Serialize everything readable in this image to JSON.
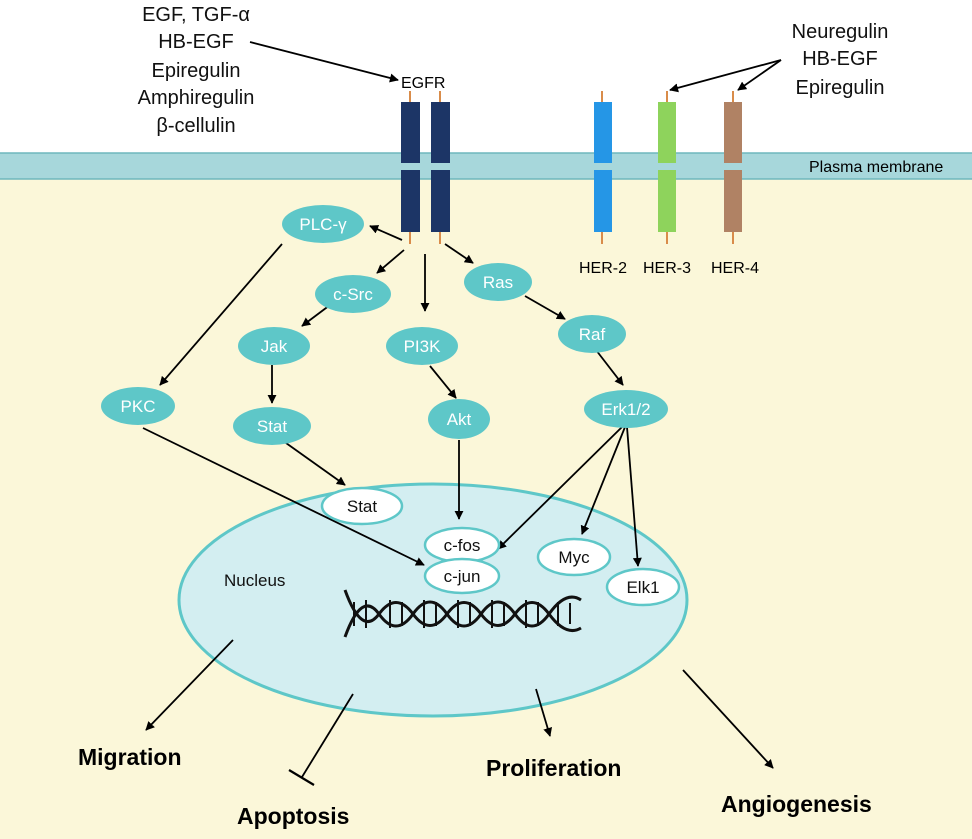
{
  "ligands_egfr": [
    "EGF, TGF-α",
    "HB-EGF",
    "Epiregulin",
    "Amphiregulin",
    "β-cellulin"
  ],
  "ligands_her": [
    "Neuregulin",
    "HB-EGF",
    "Epiregulin"
  ],
  "receptors": {
    "egfr": "EGFR",
    "her2": "HER-2",
    "her3": "HER-3",
    "her4": "HER-4"
  },
  "membrane_label": "Plasma membrane",
  "cytoplasm_nodes": {
    "plc": "PLC-γ",
    "csrc": "c-Src",
    "ras": "Ras",
    "jak": "Jak",
    "pi3k": "PI3K",
    "raf": "Raf",
    "pkc": "PKC",
    "stat": "Stat",
    "akt": "Akt",
    "erk": "Erk1/2"
  },
  "nuclear_nodes": {
    "stat": "Stat",
    "cfos": "c-fos",
    "cjun": "c-jun",
    "myc": "Myc",
    "elk1": "Elk1"
  },
  "nucleus_label": "Nucleus",
  "outcomes": {
    "migration": "Migration",
    "apoptosis": "Apoptosis",
    "proliferation": "Proliferation",
    "angiogenesis": "Angiogenesis"
  },
  "colors": {
    "cytoplasm": "#fbf7d9",
    "membrane": "#a7d7db",
    "node": "#5ec7c8",
    "nucleus": "#d3eef1",
    "egfr": "#1c3566",
    "her2": "#2596e6",
    "her3": "#8ed35c",
    "her4": "#b08264",
    "stalk": "#d98c4a"
  }
}
